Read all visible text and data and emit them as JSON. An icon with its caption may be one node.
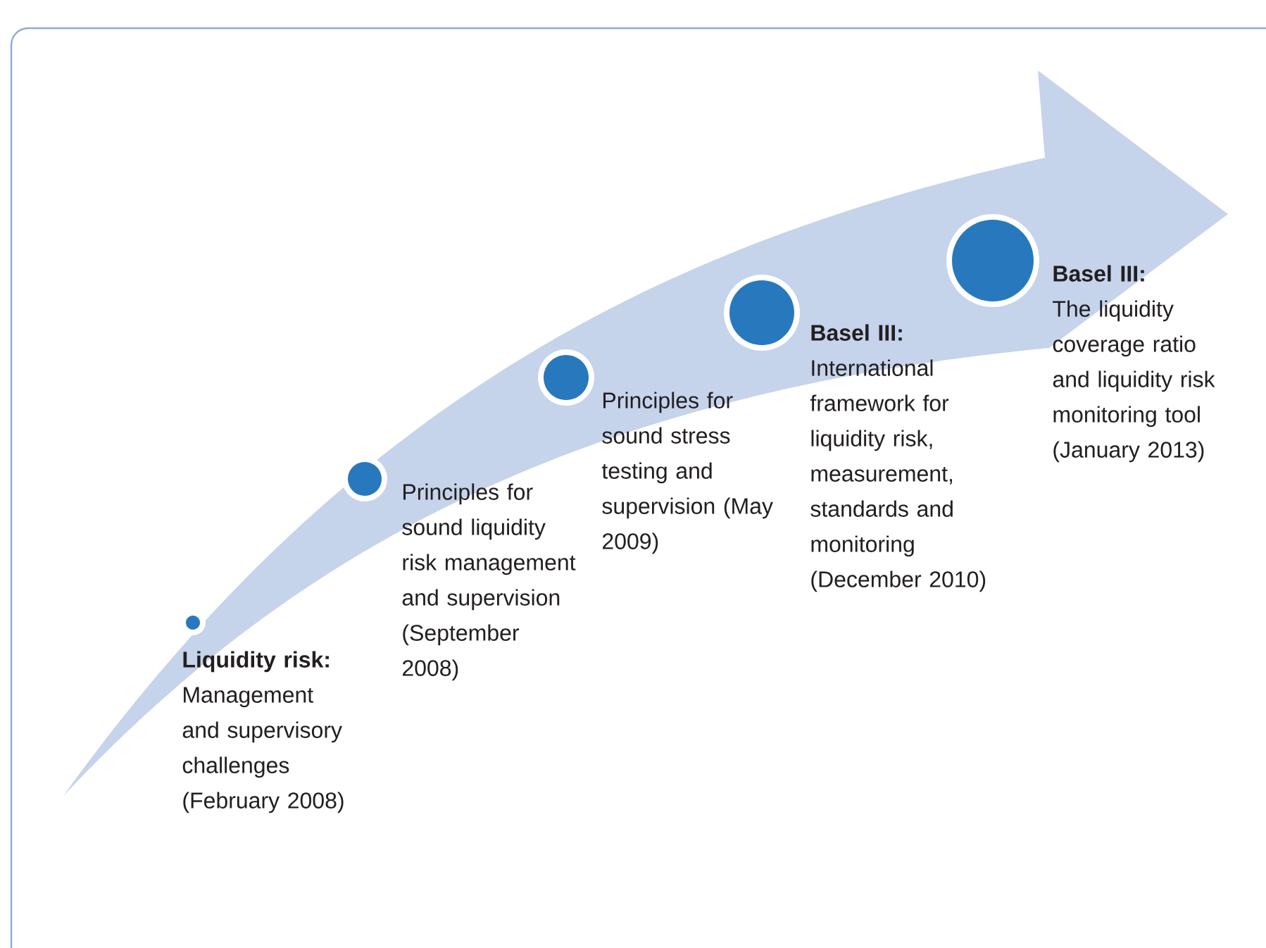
{
  "diagram": {
    "nodes": [
      {
        "text": [
          "Liquidity risk:",
          "Management and supervisory challenges (February 2008)"
        ]
      },
      {
        "text": [
          "Principles for sound liquidity risk management and supervision (September 2008)"
        ]
      },
      {
        "text": [
          "Principles for sound stress testing and supervision (May 2009)"
        ]
      },
      {
        "text": [
          "Basel III:",
          "International framework for liquidity risk, measurement, standards and monitoring (December 2010)"
        ]
      },
      {
        "text": [
          "Basel III:",
          "The liquidity coverage ratio and liquidity risk monitoring tool (January 2013)"
        ]
      }
    ]
  }
}
